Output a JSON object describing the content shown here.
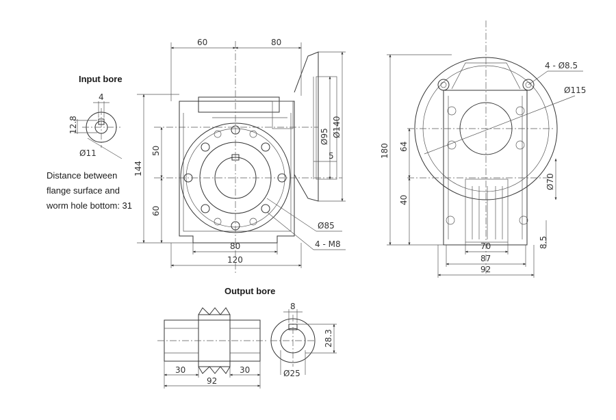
{
  "labels": {
    "input_bore": "Input bore",
    "output_bore": "Output bore",
    "note_line1": "Distance between",
    "note_line2": "flange surface and",
    "note_line3": "worm hole bottom: 31"
  },
  "dimensions": {
    "top_left": "60",
    "top_right": "80",
    "height_upper": "50",
    "height_total": "144",
    "height_lower": "60",
    "width_inner": "80",
    "width_outer": "120",
    "flange_d95": "Ø95",
    "flange_d140": "Ø140",
    "flange_5": "5",
    "bore_d85": "Ø85",
    "thread": "4 - M8",
    "input_key": "4",
    "input_depth": "12.8",
    "input_dia": "Ø11",
    "side_holes": "4 - Ø8.5",
    "side_d115": "Ø115",
    "side_h180": "180",
    "side_h64": "64",
    "side_h40": "40",
    "side_d70": "Ø70",
    "side_8_5": "8.5",
    "side_w70": "70",
    "side_w87": "87",
    "side_w92": "92",
    "shaft_30a": "30",
    "shaft_30b": "30",
    "shaft_92": "92",
    "obore_key": "8",
    "obore_depth": "28.3",
    "obore_dia": "Ø25"
  },
  "colors": {
    "line": "#333333",
    "background": "#ffffff"
  }
}
